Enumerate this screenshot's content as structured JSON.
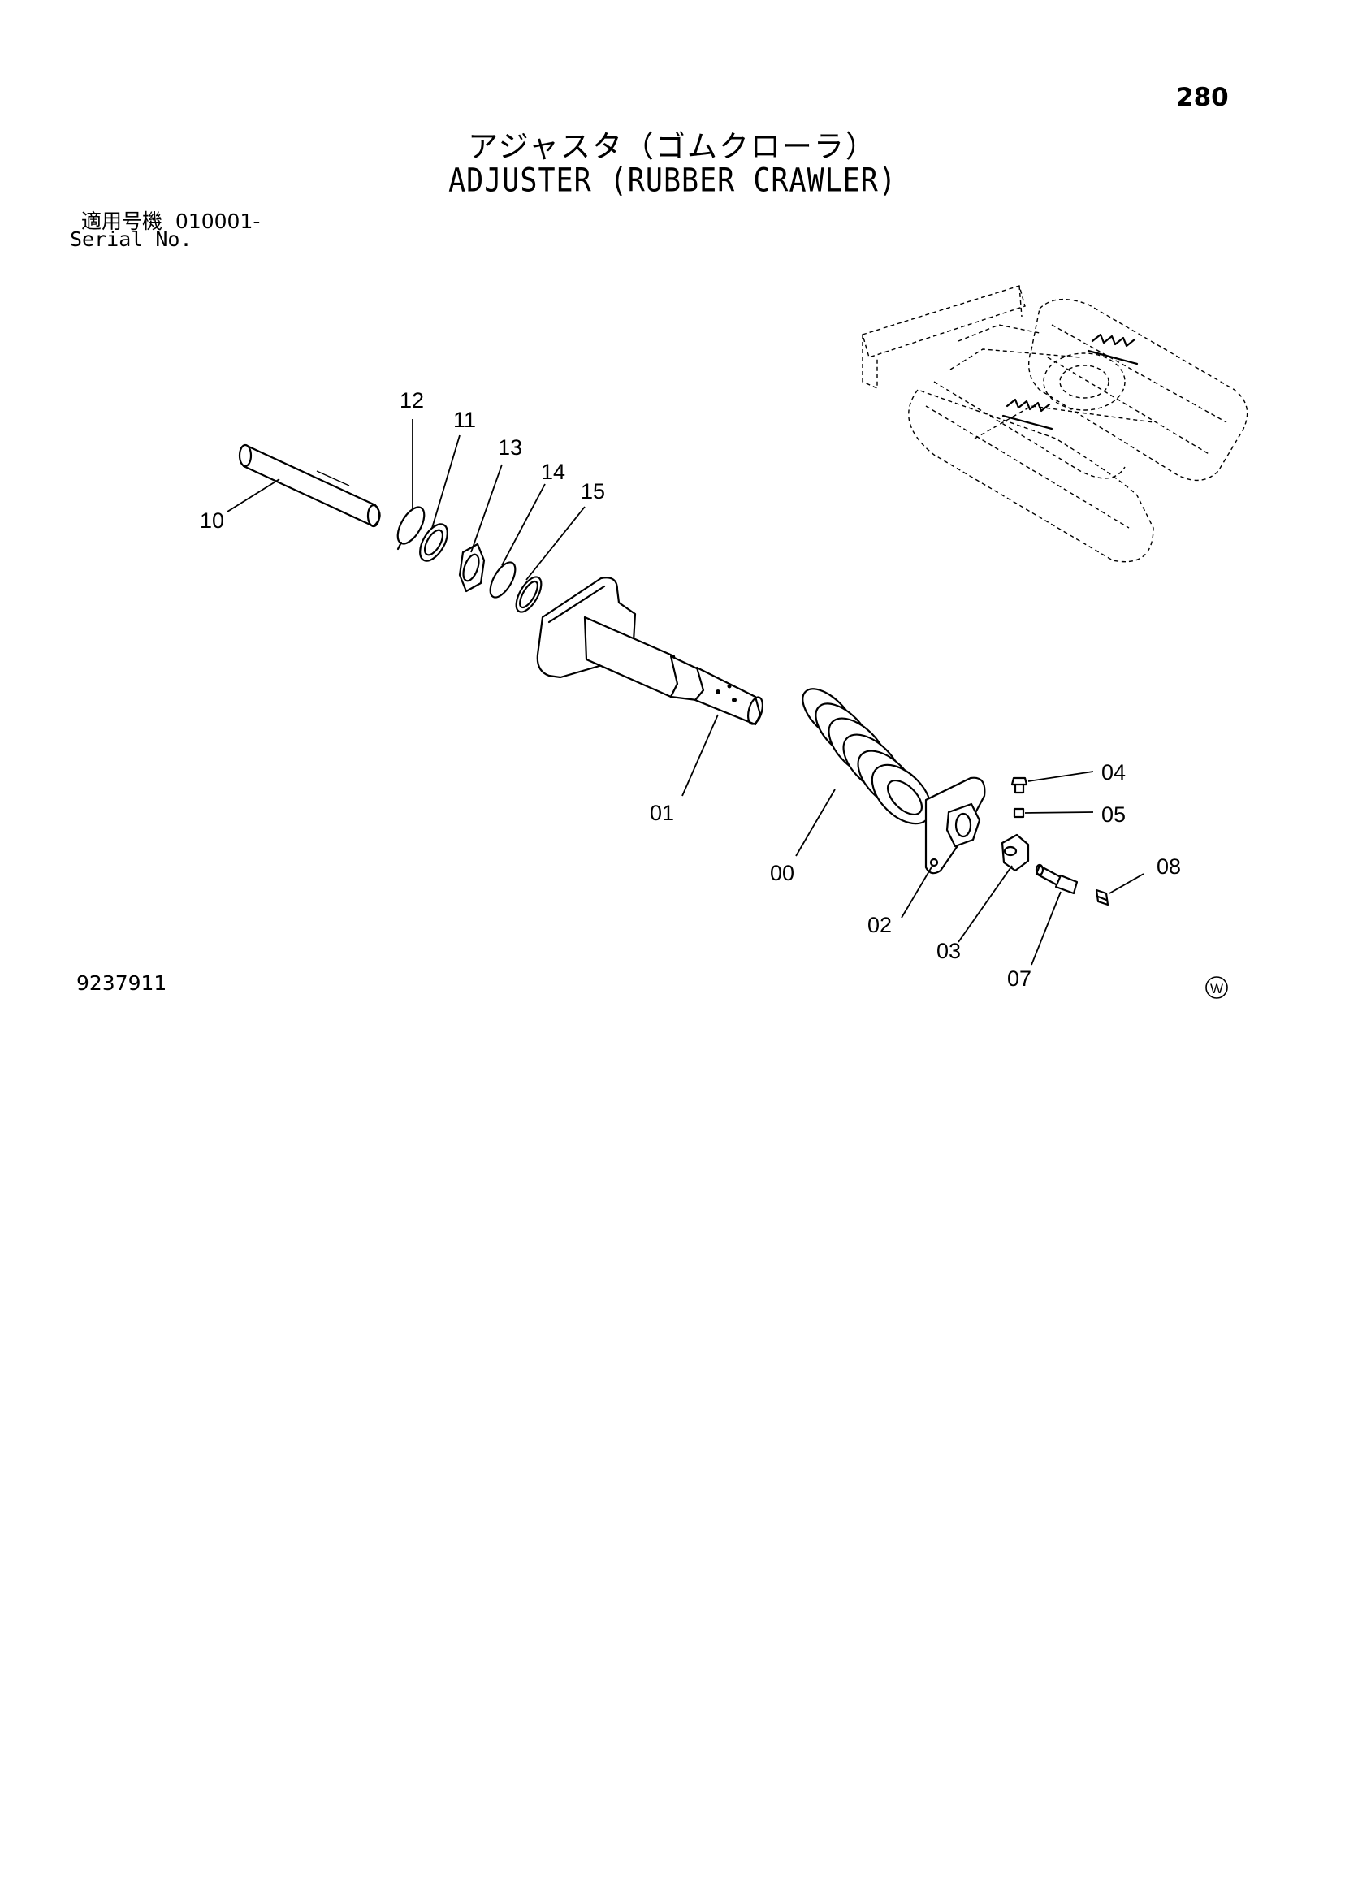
{
  "page_number": "280",
  "title_jp": "アジャスタ（ゴムクローラ）",
  "title_en": "ADJUSTER (RUBBER CRAWLER)",
  "serial": {
    "label_jp": "適用号機",
    "value": "010001-",
    "label_en": "Serial No."
  },
  "drawing_number": "9237911",
  "watermark_symbol": "W",
  "callouts": [
    "12",
    "11",
    "13",
    "14",
    "15",
    "10",
    "01",
    "00",
    "04",
    "05",
    "08",
    "02",
    "03",
    "07"
  ]
}
